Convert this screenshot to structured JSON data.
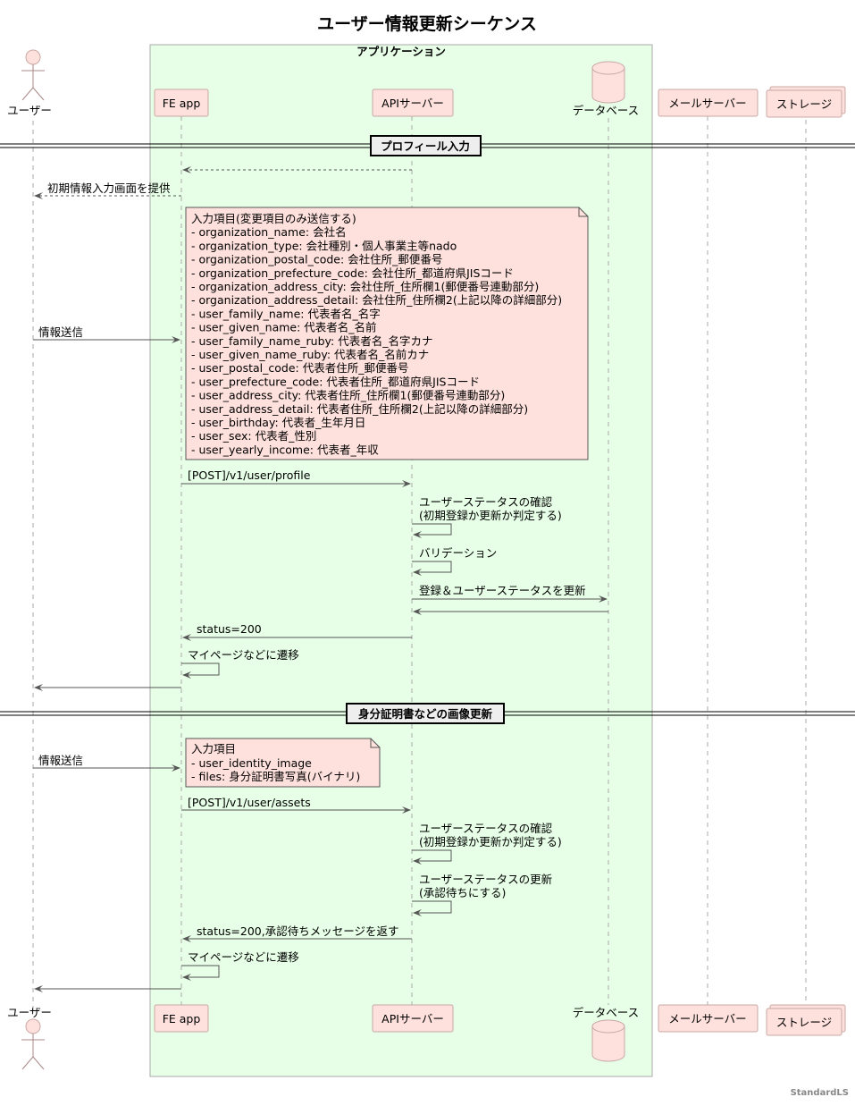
{
  "title": "ユーザー情報更新シーケンス",
  "group": {
    "label": "アプリケーション"
  },
  "participants": {
    "user": "ユーザー",
    "fe": "FE app",
    "api": "APIサーバー",
    "db": "データベース",
    "mail": "メールサーバー",
    "storage": "ストレージ"
  },
  "sections": [
    "プロフィール入力",
    "身分証明書などの画像更新"
  ],
  "messages": {
    "provide": "初期情報入力画面を提供",
    "send1": "情報送信",
    "post_profile": "[POST]/v1/user/profile",
    "check1": [
      "ユーザーステータスの確認",
      "(初期登録か更新か判定する)"
    ],
    "validation": "バリデーション",
    "register": "登録＆ユーザーステータスを更新",
    "status200": "status=200",
    "mypage1": "マイページなどに遷移",
    "send2": "情報送信",
    "post_assets": "[POST]/v1/user/assets",
    "check2": [
      "ユーザーステータスの確認",
      "(初期登録か更新か判定する)"
    ],
    "update_status": [
      "ユーザーステータスの更新",
      "(承認待ちにする)"
    ],
    "status200_pending": "status=200,承認待ちメッセージを返す",
    "mypage2": "マイページなどに遷移"
  },
  "note1": [
    "入力項目(変更項目のみ送信する)",
    "- organization_name: 会社名",
    "- organization_type: 会社種別・個人事業主等nado",
    "- organization_postal_code: 会社住所_郵便番号",
    "- organization_prefecture_code: 会社住所_都道府県JISコード",
    "- organization_address_city: 会社住所_住所欄1(郵便番号連動部分)",
    "- organization_address_detail: 会社住所_住所欄2(上記以降の詳細部分)",
    "- user_family_name: 代表者名_名字",
    "- user_given_name: 代表者名_名前",
    "- user_family_name_ruby: 代表者名_名字カナ",
    "- user_given_name_ruby: 代表者名_名前カナ",
    "- user_postal_code: 代表者住所_郵便番号",
    "- user_prefecture_code: 代表者住所_都道府県JISコード",
    "- user_address_city: 代表者住所_住所欄1(郵便番号連動部分)",
    "- user_address_detail: 代表者住所_住所欄2(上記以降の詳細部分)",
    "- user_birthday: 代表者_生年月日",
    "- user_sex: 代表者_性別",
    "- user_yearly_income: 代表者_年収"
  ],
  "note2": [
    "入力項目",
    "- user_identity_image",
    "- files: 身分証明書写真(バイナリ)"
  ],
  "footer": "StandardLS"
}
